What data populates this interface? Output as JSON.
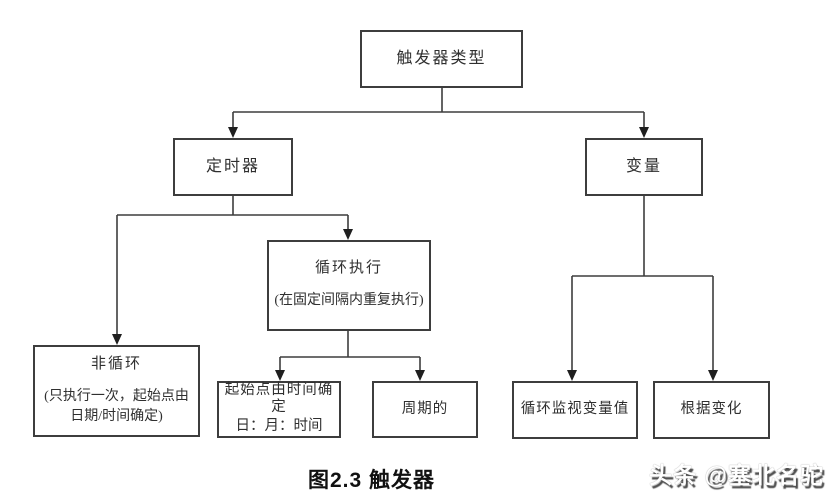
{
  "diagram": {
    "title_node": {
      "label": "触发器类型"
    },
    "timer": {
      "label": "定时器"
    },
    "variable": {
      "label": "变量"
    },
    "loop_exec": {
      "label": "循环执行",
      "note": "(在固定间隔内重复执行)"
    },
    "non_loop": {
      "label": "非循环",
      "note_line1": "(只执行一次，起始点由",
      "note_line2": "日期/时间确定)"
    },
    "start_point": {
      "label": "起始点由时间确定",
      "note": "日：月：时间"
    },
    "periodic": {
      "label": "周期的"
    },
    "monitor_variable": {
      "label": "循环监视变量值"
    },
    "on_change": {
      "label": "根据变化"
    }
  },
  "caption": "图2.3  触发器",
  "watermark": "头条 @塞北名驼",
  "colors": {
    "line": "#3d3d3d",
    "arrow": "#1f1f1f",
    "border": "#3d3d3d",
    "background": "#ffffff",
    "text": "#2f2f2f"
  }
}
